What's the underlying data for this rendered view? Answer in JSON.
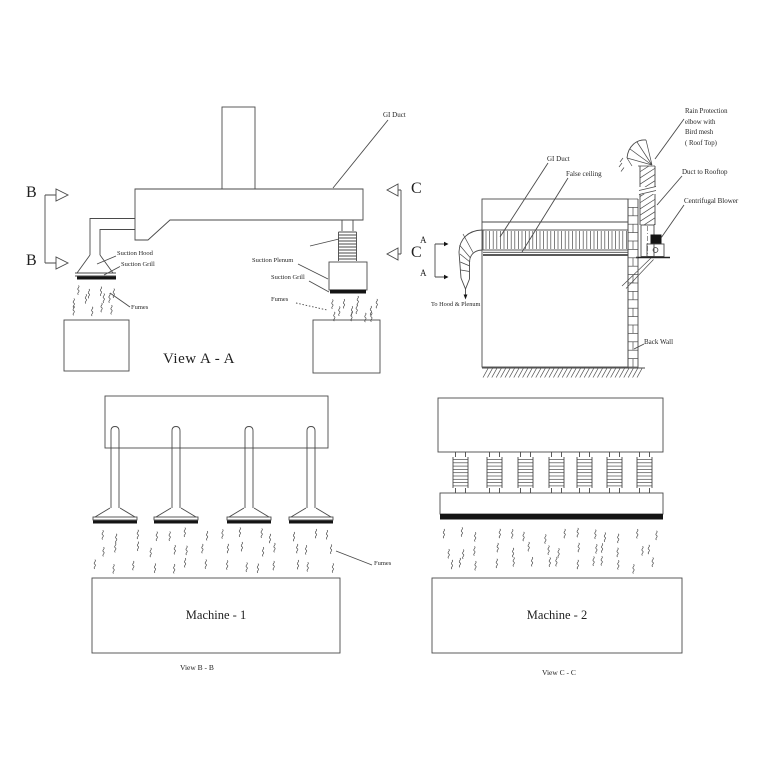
{
  "colors": {
    "line": "#4a4a4a",
    "ink": "#1f1f1f",
    "black": "#141414",
    "background": "#ffffff"
  },
  "view_a": {
    "caption": "View A - A",
    "marker_b": "B",
    "marker_c": "C",
    "gi_duct": "GI Duct",
    "suction_hood": "Suction Hood",
    "suction_grill_hood": "Suction Grill",
    "suction_plenum": "Suction Plenum",
    "suction_grill_plenum": "Suction Grill",
    "fumes_left": "Fumes",
    "fumes_right": "Fumes"
  },
  "side_view": {
    "marker_a": "A",
    "gi_duct": "GI Duct",
    "false_ceiling": "False ceiling",
    "rain_l1": "Rain Protection",
    "rain_l2": "elbow with",
    "rain_l3": "Bird mesh",
    "rain_l4": "( Roof Top)",
    "duct_to_rooftop": "Duct to Rooftop",
    "centrifugal_blower": "Centrifugal Blower",
    "to_hood_plenum": "To Hood & Plenum",
    "back_wall": "Back Wall"
  },
  "view_b": {
    "caption": "View B - B",
    "machine": "Machine - 1",
    "fumes": "Fumes"
  },
  "view_c": {
    "caption": "View C - C",
    "machine": "Machine - 2"
  }
}
